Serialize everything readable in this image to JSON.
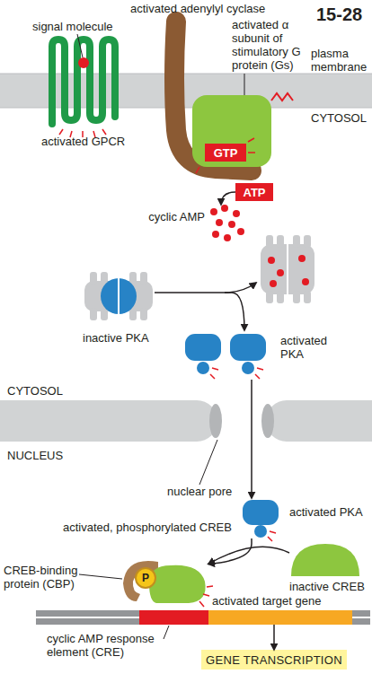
{
  "diagram": {
    "nodes": [
      {
        "text": [
          "GTP"
        ]
      },
      {
        "text": [
          "ATP"
        ]
      },
      {
        "text": [
          "cyclic AMP"
        ]
      },
      {
        "text": [
          "inactive PKA"
        ]
      },
      {
        "text": [
          "activated PKA"
        ]
      },
      {
        "text": [
          "activated PKA"
        ]
      },
      {
        "text": [
          "inactive CREB"
        ]
      },
      {
        "text": [
          "activated, phosphorylated CREB"
        ]
      },
      {
        "text": [
          "P"
        ],
        "in": 7
      },
      {
        "text": [
          "activated target gene"
        ]
      },
      {
        "text": [
          "GENE TRANSCRIPTION"
        ]
      }
    ],
    "edges": [
      {
        "from": 1,
        "to": 2,
        "arrow": "to"
      },
      {
        "from": 3,
        "to": 4,
        "arrow": "to"
      },
      {
        "from": 4,
        "to": 5,
        "arrow": "to"
      },
      {
        "from": 6,
        "to": 7,
        "arrow": "to"
      },
      {
        "from": 5,
        "to": 7,
        "arrow": "to"
      },
      {
        "from": 9,
        "to": 10,
        "arrow": "to"
      }
    ],
    "labels": [
      "15-28",
      "signal molecule",
      "activated adenylyl cyclase",
      "activated α subunit of stimulatory G protein (Gs)",
      "plasma membrane",
      "CYTOSOL",
      "activated GPCR",
      "CYTOSOL",
      "NUCLEUS",
      "nuclear pore",
      "CREB-binding protein (CBP)",
      "cyclic AMP response element (CRE)"
    ]
  }
}
